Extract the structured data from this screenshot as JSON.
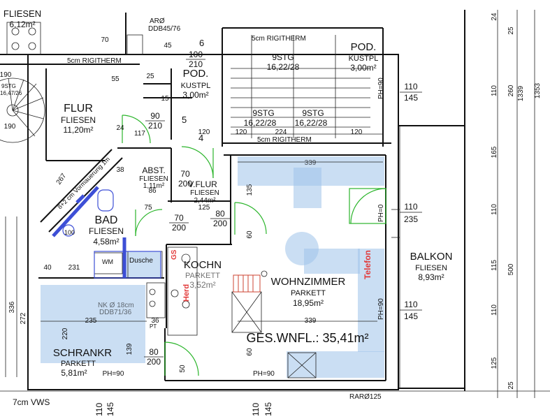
{
  "rooms": {
    "fliesen_top": {
      "name": "FLIESEN",
      "area": "6,12m²"
    },
    "flur": {
      "name": "FLUR",
      "material": "FLIESEN",
      "area": "11,20m²"
    },
    "pod_left": {
      "name": "POD.",
      "material": "KUSTPL",
      "area": "3,00m²"
    },
    "pod_right": {
      "name": "POD.",
      "material": "KUSTPL",
      "area": "3,00m²"
    },
    "stairs_top": {
      "label": "9STG",
      "dims": "16,22/28"
    },
    "stairs_mid_left": {
      "label": "9STG",
      "dims": "16,22/28"
    },
    "stairs_mid_right": {
      "label": "9STG",
      "dims": "16,22/28"
    },
    "abst": {
      "name": "ABST.",
      "material": "FLIESEN",
      "area": "1,11m²"
    },
    "vflur": {
      "name": "V.FLUR",
      "material": "FLIESEN",
      "area": "2,44m²"
    },
    "bad": {
      "name": "BAD",
      "material": "FLIESEN",
      "area": "4,58m²"
    },
    "kochn": {
      "name": "KOCHN",
      "material": "PARKETT",
      "area": "3,52m²"
    },
    "wohnzimmer": {
      "name": "WOHNZIMMER",
      "material": "PARKETT",
      "area": "18,95m²"
    },
    "schrankr": {
      "name": "SCHRANKR",
      "material": "PARKETT",
      "area": "5,81m²",
      "ph": "PH=90"
    },
    "balkon": {
      "name": "BALKON",
      "material": "FLIESEN",
      "area": "8,93m²"
    }
  },
  "labels": {
    "rigitherm_left": "5cm RIGITHERM",
    "rigitherm_top": "5cm RIGITHERM",
    "rigitherm_mid": "5cm RIGITHERM",
    "vormauerung": "8+2 cm Vormauerung 1m",
    "ddb_top": "DDB45/76",
    "ar_top": "ARØ",
    "nk": "NK Ø 18cm",
    "ddb_mid": "DDB71/36",
    "telefon": "Telefon",
    "gs": "GS",
    "herd": "Herd",
    "wm": "WM",
    "dusche": "Dusche",
    "vws": "7cm VWS",
    "rar": "RARØ125",
    "ges": "GES.WNFL.: 35,41m²",
    "pt": "PT",
    "num_6": "6",
    "num_5": "5",
    "num_4": "4",
    "num_100": "100"
  },
  "door_dims": {
    "d1": {
      "w": "100",
      "h": "210"
    },
    "d2": {
      "w": "90",
      "h": "210"
    },
    "d3": {
      "w": "70",
      "h": "200"
    },
    "d4": {
      "w": "70",
      "h": "200"
    },
    "d5": {
      "w": "80",
      "h": "200"
    },
    "d6": {
      "w": "80",
      "h": "200"
    },
    "win1": {
      "w": "110",
      "h": "145"
    },
    "win2": {
      "w": "110",
      "h": "235"
    },
    "win3": {
      "w": "110",
      "h": "145"
    },
    "win_bottom": {
      "w": "110",
      "h": "145"
    }
  },
  "ph": {
    "ph0": "PH=0",
    "ph90a": "PH=90",
    "ph90b": "PH=90",
    "ph90c": "PH=90",
    "ph90d": "PH=90"
  },
  "dims": {
    "d339a": "339",
    "d339b": "339",
    "d235": "235",
    "d220": "220",
    "d224": "224",
    "d120a": "120",
    "d120b": "120",
    "d120c": "120",
    "d231": "231",
    "d267": "267",
    "d190a": "190",
    "d190b": "190",
    "d135": "135",
    "d60a": "60",
    "d60b": "60",
    "d125": "125",
    "d75": "75",
    "d86": "86",
    "d117": "117",
    "d45": "45",
    "d25": "25",
    "d139": "139",
    "d50": "50",
    "d40": "40",
    "d36": "36",
    "d55": "55",
    "d70": "70",
    "d15": "15",
    "d24": "24",
    "d38": "38"
  },
  "side_dims": {
    "s1353": "1353",
    "s1339": "1339",
    "s260": "260",
    "s165": "165",
    "s500": "500",
    "s125": "125",
    "s110a": "110",
    "s110b": "110",
    "s110c": "110",
    "s115": "115",
    "s25a": "25",
    "s25b": "25",
    "s24": "24",
    "s336": "336",
    "s272": "272"
  },
  "stair_small": {
    "label": "9STG",
    "dims": "16,47/26"
  },
  "colors": {
    "wall": "#111111",
    "door_green": "#2bb52b",
    "furniture_blue": "#3d4fd6",
    "accent_fill": "#9ec3ea",
    "telefon_red": "#e23a3a"
  }
}
